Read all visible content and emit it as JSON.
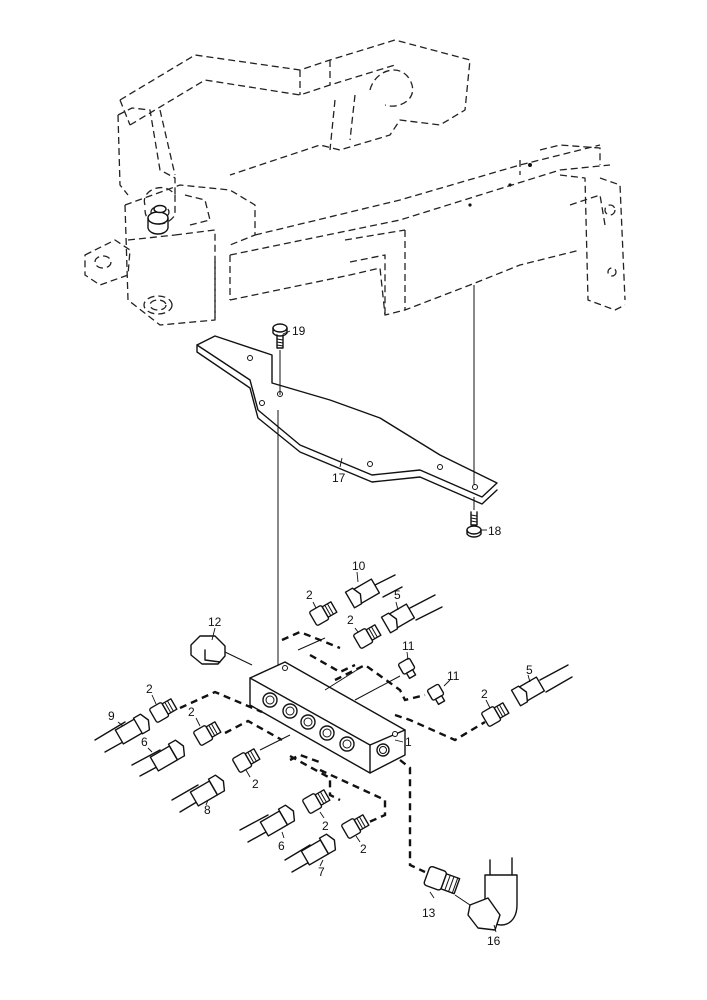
{
  "diagram": {
    "callouts": {
      "c1": "1",
      "c2a": "2",
      "c2b": "2",
      "c2c": "2",
      "c2d": "2",
      "c2e": "2",
      "c2f": "2",
      "c2g": "2",
      "c2h": "2",
      "c5a": "5",
      "c5b": "5",
      "c6a": "6",
      "c6b": "6",
      "c7": "7",
      "c8": "8",
      "c9": "9",
      "c10": "10",
      "c11a": "11",
      "c11b": "11",
      "c12": "12",
      "c13": "13",
      "c16": "16",
      "c17": "17",
      "c18": "18",
      "c19": "19"
    }
  }
}
